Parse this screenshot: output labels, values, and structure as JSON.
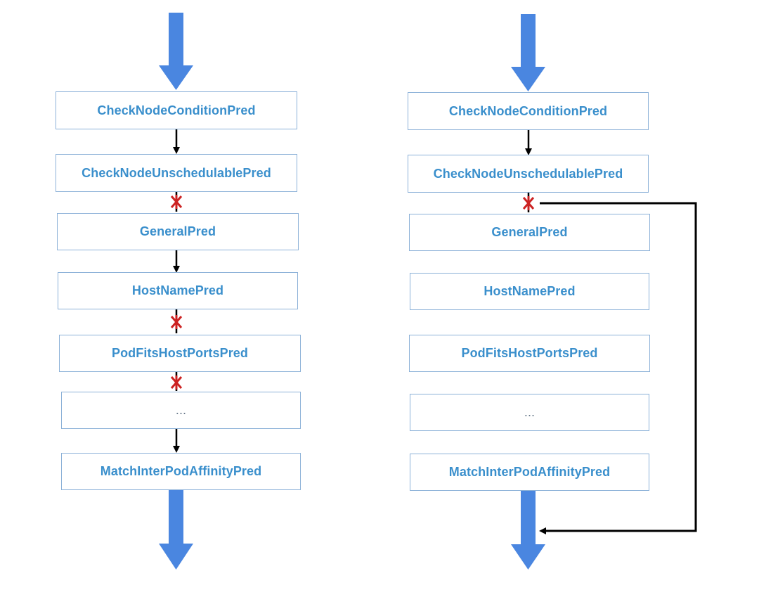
{
  "colors": {
    "node_border": "#8cb1d8",
    "node_text": "#3a8fcc",
    "big_arrow": "#4a86e0",
    "connector": "#000000",
    "cross": "#cc2222"
  },
  "left_flow": {
    "nodes": [
      {
        "id": "left-node-1",
        "label": "CheckNodeConditionPred"
      },
      {
        "id": "left-node-2",
        "label": "CheckNodeUnschedulablePred"
      },
      {
        "id": "left-node-3",
        "label": "GeneralPred"
      },
      {
        "id": "left-node-4",
        "label": "HostNamePred"
      },
      {
        "id": "left-node-5",
        "label": "PodFitsHostPortsPred"
      },
      {
        "id": "left-node-6",
        "label": "..."
      },
      {
        "id": "left-node-7",
        "label": "MatchInterPodAffinityPred"
      }
    ],
    "links": [
      "pass",
      "fail",
      "pass",
      "fail",
      "fail",
      "pass"
    ]
  },
  "right_flow": {
    "nodes": [
      {
        "id": "right-node-1",
        "label": "CheckNodeConditionPred"
      },
      {
        "id": "right-node-2",
        "label": "CheckNodeUnschedulablePred"
      },
      {
        "id": "right-node-3",
        "label": "GeneralPred"
      },
      {
        "id": "right-node-4",
        "label": "HostNamePred"
      },
      {
        "id": "right-node-5",
        "label": "PodFitsHostPortsPred"
      },
      {
        "id": "right-node-6",
        "label": "..."
      },
      {
        "id": "right-node-7",
        "label": "MatchInterPodAffinityPred"
      }
    ],
    "links": [
      "pass",
      "fail",
      "none",
      "none",
      "none",
      "none"
    ],
    "bypass": "fail-at-link-2-skips-to-exit"
  }
}
